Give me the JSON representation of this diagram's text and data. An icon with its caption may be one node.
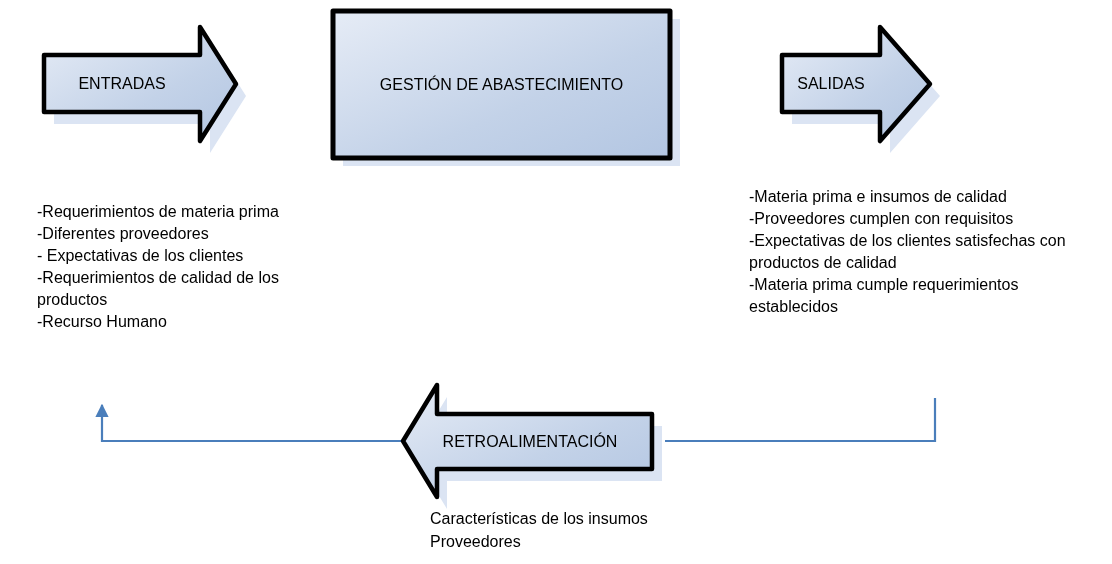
{
  "diagram": {
    "nodes": [
      {
        "text": [
          "ENTRADAS"
        ]
      },
      {
        "text": [
          "GESTIÓN DE ABASTECIMIENTO"
        ]
      },
      {
        "text": [
          "SALIDAS"
        ]
      },
      {
        "text": [
          "-Requerimientos de materia prima",
          "-Diferentes proveedores",
          "- Expectativas de los clientes",
          "-Requerimientos de calidad de los productos",
          "-Recurso Humano"
        ]
      },
      {
        "text": [
          "-Materia prima e insumos de calidad",
          "-Proveedores cumplen con requisitos",
          "-Expectativas de los clientes satisfechas con productos de calidad",
          "-Materia prima cumple requerimientos establecidos"
        ]
      },
      {
        "text": [
          "RETROALIMENTACIÓN"
        ],
        "beside": [
          "Características de los insumos",
          "Proveedores"
        ]
      }
    ],
    "edges": [
      {
        "from": 4,
        "to": 5,
        "arrow": "none"
      },
      {
        "from": 5,
        "to": 3,
        "arrow": "to"
      }
    ]
  }
}
